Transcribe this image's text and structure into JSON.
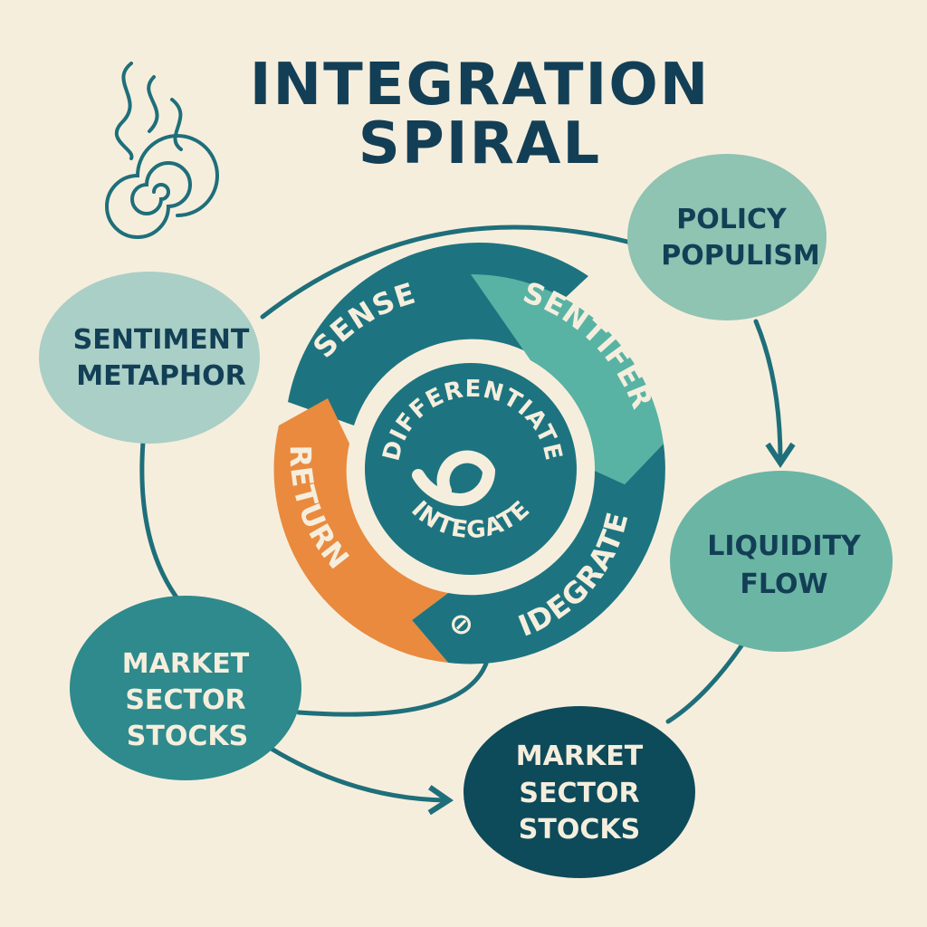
{
  "title": {
    "line1": "INTEGRATION",
    "line2": "SPIRAL"
  },
  "cycle": {
    "segments": [
      {
        "label": "SENSE",
        "color": "#1d7480"
      },
      {
        "label": "SENTIFER",
        "color": "#58b3a4"
      },
      {
        "label": "IDEGRATE",
        "color": "#1d7480"
      },
      {
        "label": "RETURN",
        "color": "#e98a3e"
      }
    ],
    "inner_top": "DIFFERENTIATE",
    "inner_bottom": "INTEGATE",
    "marker_symbol": "⊘"
  },
  "nodes": {
    "sentiment": {
      "line1": "SENTIMENT",
      "line2": "METAPHOR",
      "color": "#a9cfc6"
    },
    "policy": {
      "line1": "POLICY",
      "line2": "POPULISM",
      "color": "#8fc3b2"
    },
    "liquidity": {
      "line1": "LIQUIDITY",
      "line2": "FLOW",
      "color": "#6bb5a5"
    },
    "market_left": {
      "line1": "MARKET",
      "line2": "SECTOR",
      "line3": "STOCKS",
      "color": "#2e8a8c"
    },
    "market_bottom": {
      "line1": "MARKET",
      "line2": "SECTOR",
      "line3": "STOCKS",
      "color": "#0d4a5a"
    }
  }
}
